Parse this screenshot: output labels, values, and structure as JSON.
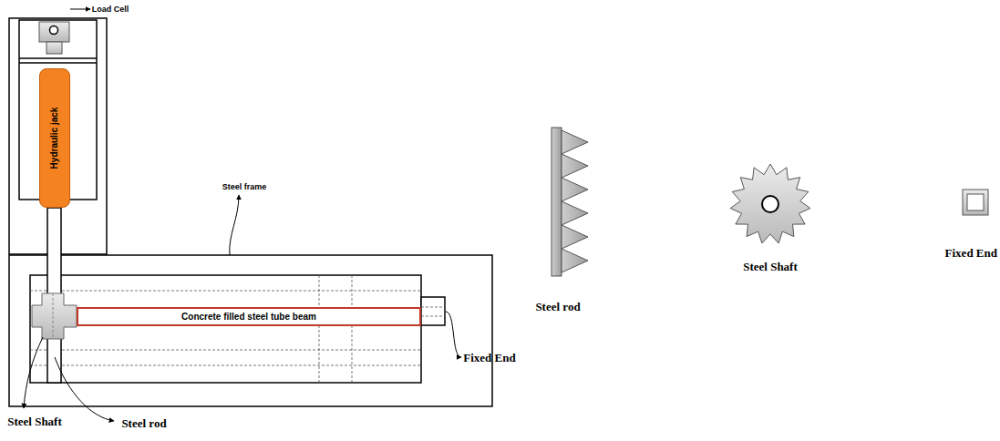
{
  "diagram": {
    "nodes": [
      {
        "text": [
          "Hydraulic jack"
        ]
      },
      {
        "text": [
          "Concrete filled steel tube beam"
        ]
      }
    ],
    "labels": [
      "Load Cell",
      "Steel frame",
      "Fixed End",
      "Steel Shaft",
      "Steel rod",
      "Steel rod",
      "Steel Shaft",
      "Fixed End"
    ]
  }
}
